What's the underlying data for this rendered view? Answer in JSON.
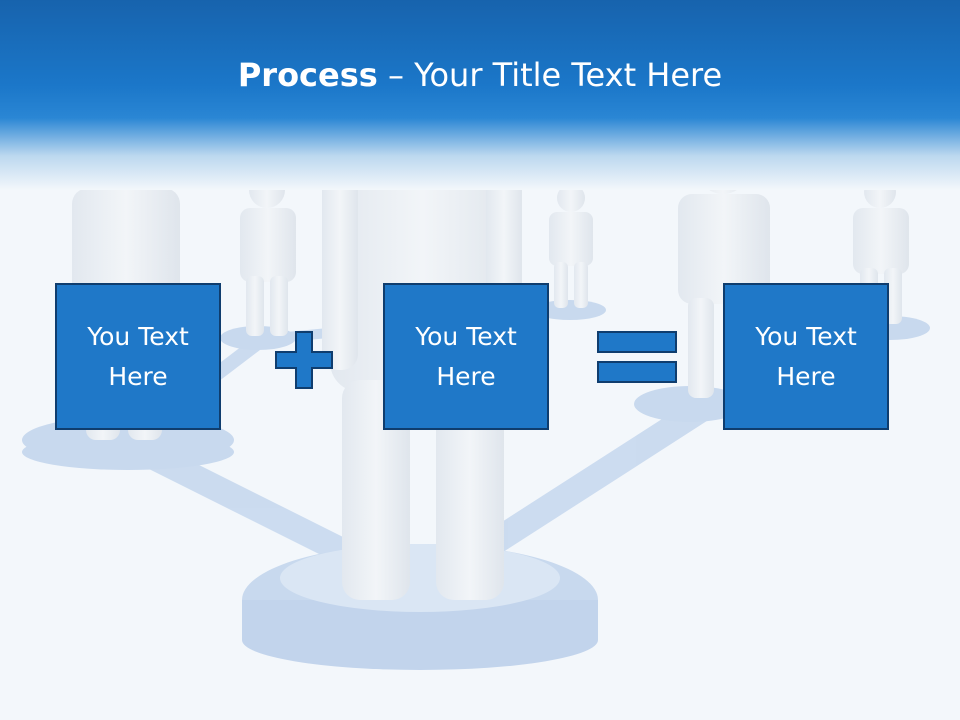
{
  "slide": {
    "title_bold": "Process",
    "title_rest": " – Your Title Text Here"
  },
  "boxes": [
    {
      "text": "You Text Here"
    },
    {
      "text": "You Text Here"
    },
    {
      "text": "You Text Here"
    }
  ],
  "operators": {
    "plus": "plus-sign",
    "equals": "equals-sign"
  },
  "colors": {
    "header_top": "#1763ad",
    "box_fill": "#1f78c8",
    "box_border": "#0f3d6e",
    "background": "#f3f7fb",
    "figures": "#e9eef4",
    "network": "#bcd1ea"
  }
}
